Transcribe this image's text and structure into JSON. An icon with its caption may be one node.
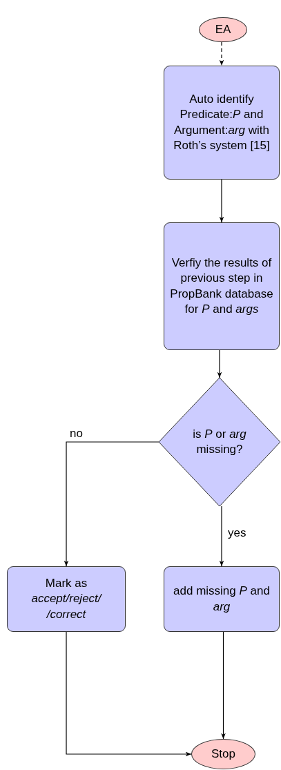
{
  "diagram": {
    "nodes": [
      {
        "text": [
          "EA"
        ]
      },
      {
        "text": [
          "Auto identify Predicate:*P* and Argument:*arg* with Roth’s system [15]"
        ]
      },
      {
        "text": [
          "Verfiy the results of previous step in PropBank database for *P* and *args*"
        ]
      },
      {
        "text": [
          "is *P* or *arg* missing?"
        ]
      },
      {
        "text": [
          "Mark as *accept/reject/ /correct*"
        ]
      },
      {
        "text": [
          "add missing *P* and *arg*"
        ]
      },
      {
        "text": [
          "Stop"
        ]
      }
    ],
    "edges": [
      {
        "from": 0,
        "to": 1,
        "arrow": "to",
        "style": "dashed"
      },
      {
        "from": 1,
        "to": 2,
        "arrow": "to"
      },
      {
        "from": 2,
        "to": 3,
        "arrow": "to"
      },
      {
        "from": 3,
        "to": 4,
        "arrow": "to",
        "label": "no"
      },
      {
        "from": 3,
        "to": 5,
        "arrow": "to",
        "label": "yes"
      },
      {
        "from": 4,
        "to": 6,
        "arrow": "to"
      },
      {
        "from": 5,
        "to": 6,
        "arrow": "to"
      }
    ]
  }
}
